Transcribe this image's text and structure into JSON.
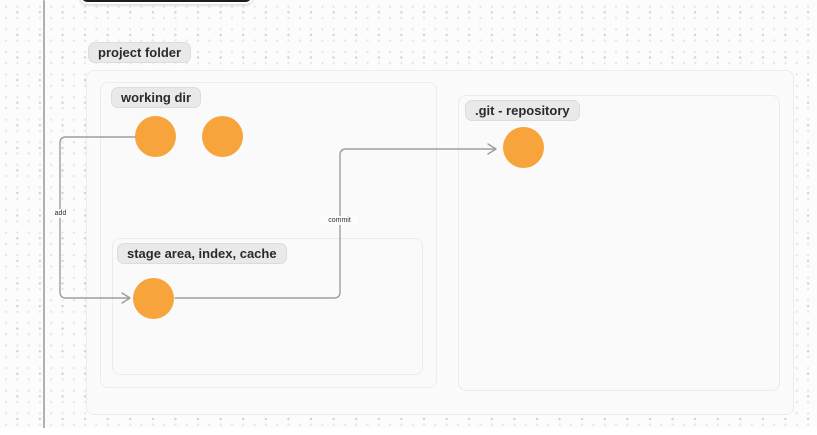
{
  "labels": {
    "project_folder": "project folder",
    "working_dir": "working dir",
    "stage_area": "stage area, index, cache",
    "git_repository": ".git - repository"
  },
  "connectors": {
    "add": "add",
    "commit": "commit"
  },
  "shapes": {
    "working_dir_circles": 2,
    "stage_area_circles": 1,
    "git_repository_circles": 1
  },
  "colors": {
    "shape_orange": "#F7A43C",
    "pill_bg": "#E9E9E9",
    "pill_text": "#2B2B2B",
    "box_bg": "#FAFAFA",
    "box_border": "#ECECEC",
    "connector": "#9E9E9E",
    "dark_pill": "#1C1C1C",
    "canvas_bg": "#FCFCFC"
  }
}
